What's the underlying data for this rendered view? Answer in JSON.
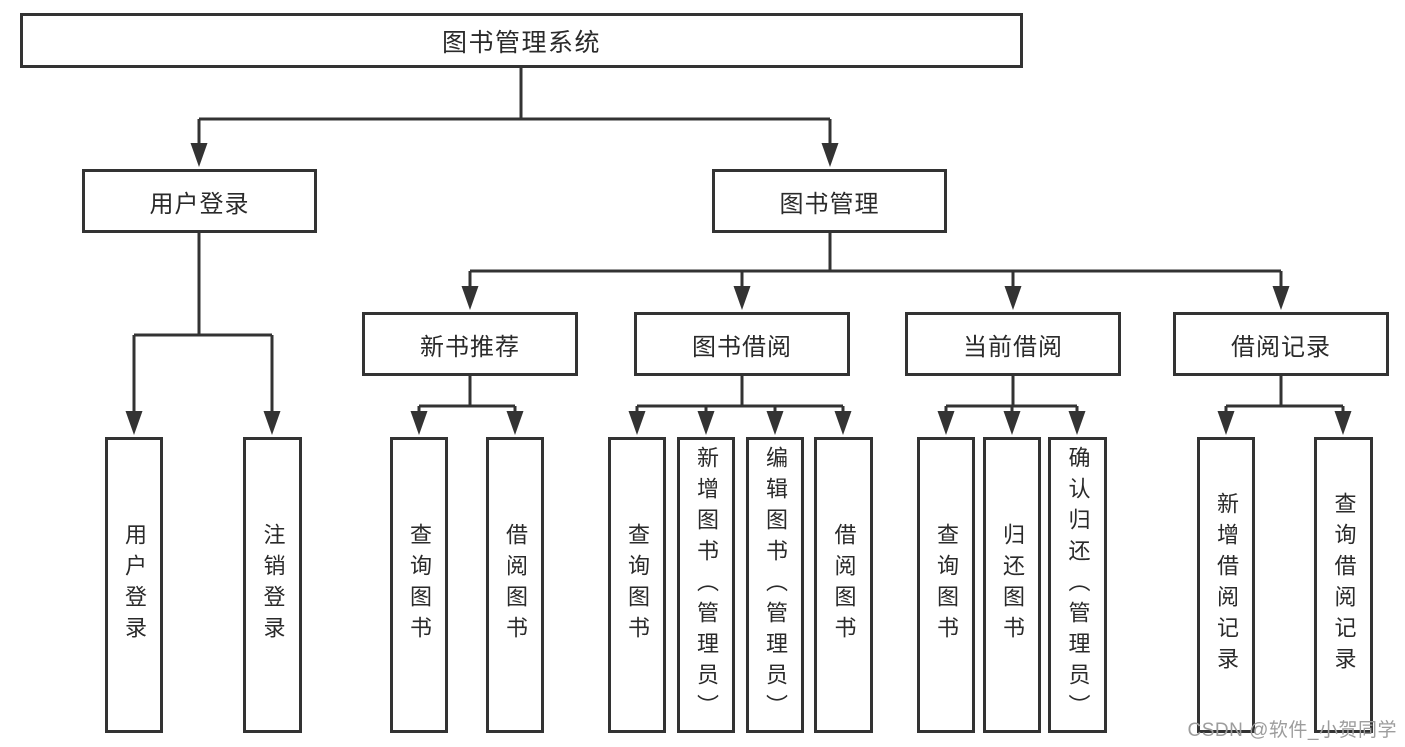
{
  "diagram": {
    "nodes": {
      "root": "图书管理系统",
      "user_login": "用户登录",
      "book_management": "图书管理",
      "new_book_recommend": "新书推荐",
      "book_borrowing": "图书借阅",
      "current_borrowing": "当前借阅",
      "borrowing_records": "借阅记录",
      "user_login_leaf": "用户登录",
      "logout_leaf": "注销登录",
      "nbr_query_books": "查询图书",
      "nbr_borrow_books": "借阅图书",
      "bb_query_books": "查询图书",
      "bb_add_books": "新增图书（管理员）",
      "bb_edit_books": "编辑图书（管理员）",
      "bb_borrow_books": "借阅图书",
      "cb_query_books": "查询图书",
      "cb_return_books": "归还图书",
      "cb_confirm_return": "确认归还（管理员）",
      "br_add_record": "新增借阅记录",
      "br_query_record": "查询借阅记录"
    },
    "watermark": "CSDN @软件_小贺同学",
    "colors": {
      "line": "#333333",
      "box_border": "#333333",
      "box_fill": "#ffffff",
      "text": "#2a2a2a",
      "watermark": "#9d9d9d",
      "background": "#ffffff"
    }
  }
}
